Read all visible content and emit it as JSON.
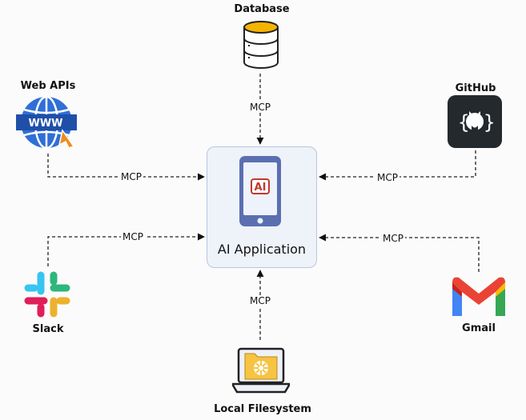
{
  "center": {
    "title": "AI Application",
    "badge": "AI",
    "icon": "phone-icon"
  },
  "connector_label": "MCP",
  "nodes": {
    "database": {
      "label": "Database",
      "icon": "database-icon"
    },
    "web_apis": {
      "label": "Web APIs",
      "icon": "globe-www-icon"
    },
    "github": {
      "label": "GitHub",
      "icon": "github-icon"
    },
    "slack": {
      "label": "Slack",
      "icon": "slack-icon"
    },
    "gmail": {
      "label": "Gmail",
      "icon": "gmail-icon"
    },
    "local_filesystem": {
      "label": "Local Filesystem",
      "icon": "laptop-folder-icon"
    }
  },
  "edges": [
    {
      "from": "database",
      "to": "center",
      "label": "MCP"
    },
    {
      "from": "web_apis",
      "to": "center",
      "label": "MCP"
    },
    {
      "from": "github",
      "to": "center",
      "label": "MCP"
    },
    {
      "from": "slack",
      "to": "center",
      "label": "MCP"
    },
    {
      "from": "gmail",
      "to": "center",
      "label": "MCP"
    },
    {
      "from": "local_filesystem",
      "to": "center",
      "label": "MCP"
    }
  ],
  "colors": {
    "box_fill": "#eef2f9",
    "box_border": "#b9c6db",
    "database_accent": "#f5b301",
    "globe": "#2f6fd6",
    "github_bg": "#24292e",
    "ai_badge": "#c0392b",
    "phone": "#5b6fb0"
  }
}
